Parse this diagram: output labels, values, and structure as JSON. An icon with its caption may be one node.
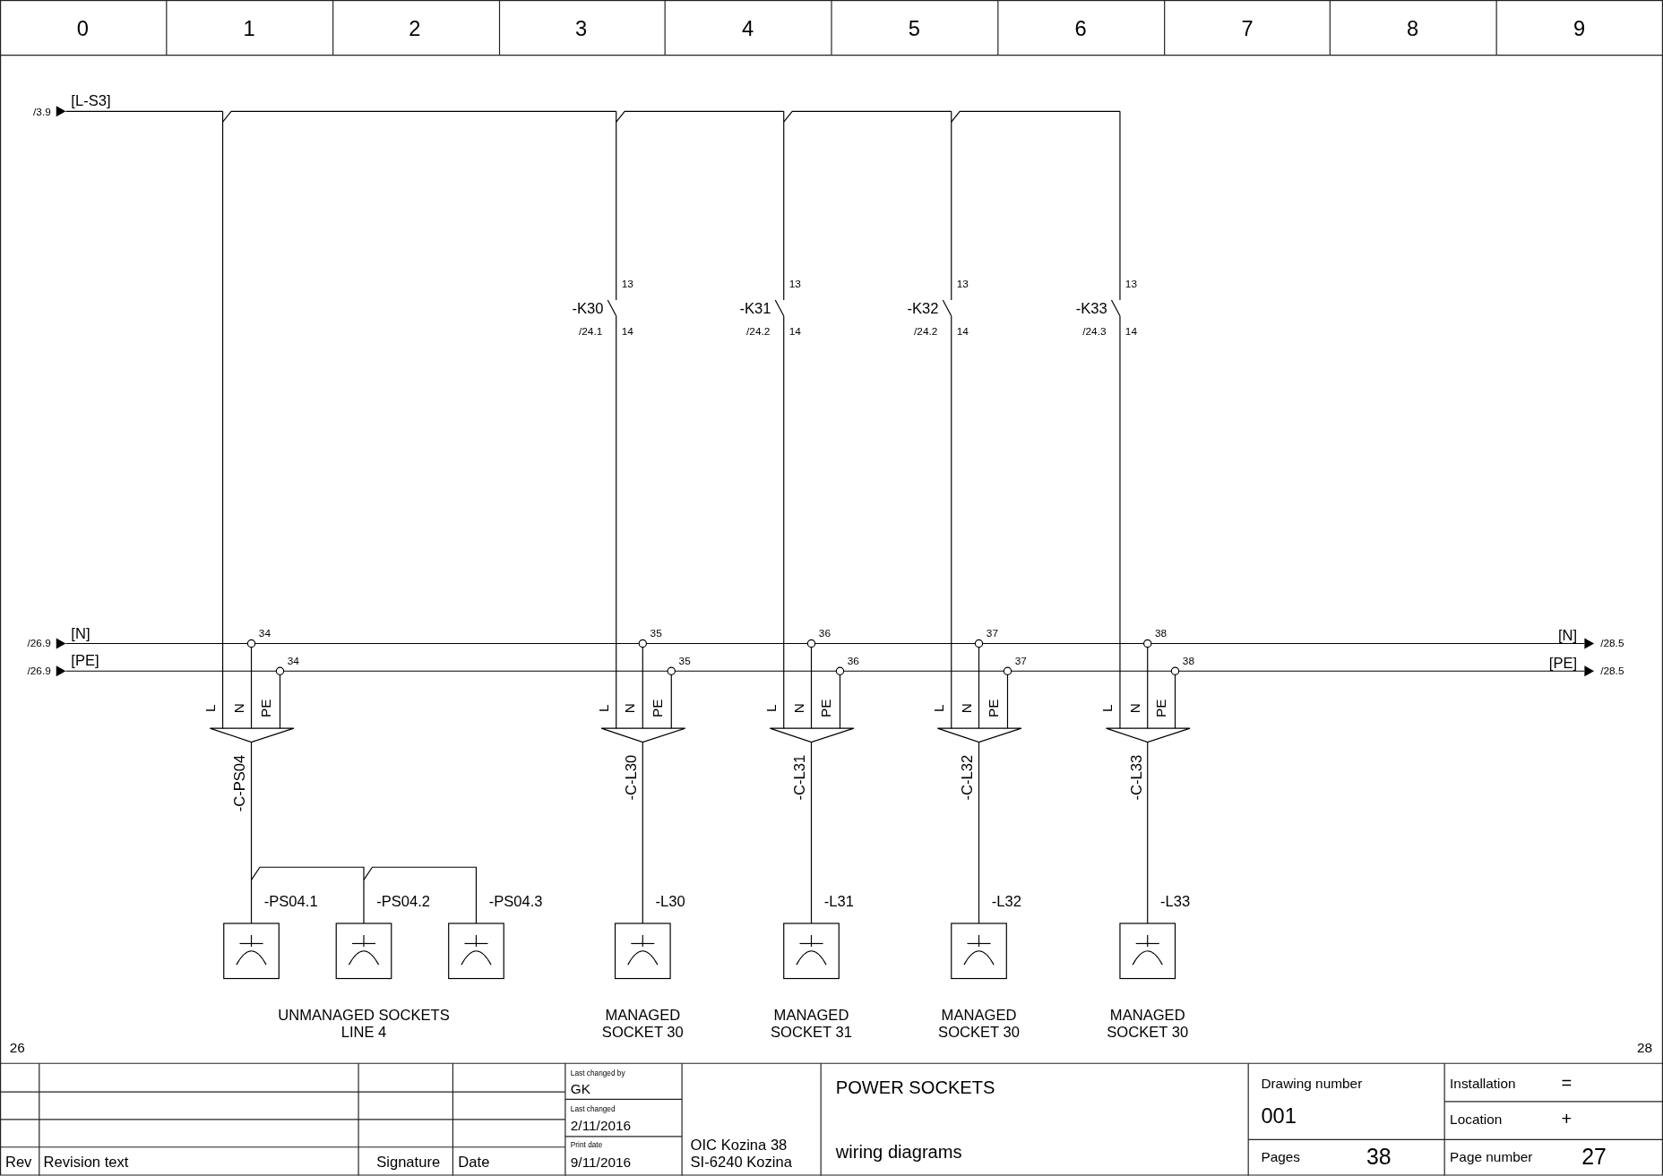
{
  "diagram": {
    "labels": [
      "0",
      "1",
      "2",
      "3",
      "4",
      "5",
      "6",
      "7",
      "8",
      "9",
      "/3.9",
      "[L-S3]",
      "13",
      "13",
      "13",
      "13",
      "-K30",
      "-K31",
      "-K32",
      "-K33",
      "/24.1",
      "14",
      "/24.2",
      "14",
      "/24.2",
      "14",
      "/24.3",
      "14",
      "[N]",
      "34",
      "35",
      "36",
      "37",
      "38",
      "[N]",
      "/26.9",
      "/28.5",
      "[PE]",
      "34",
      "35",
      "36",
      "37",
      "38",
      "[PE]",
      "/26.9",
      "/28.5",
      "L",
      "N",
      "PE",
      "L",
      "N",
      "PE",
      "L",
      "N",
      "PE",
      "L",
      "N",
      "PE",
      "L",
      "N",
      "PE",
      "-C-PS04",
      "-C-L30",
      "-C-L31",
      "-C-L32",
      "-C-L33",
      "-PS04.1",
      "-PS04.2",
      "-PS04.3",
      "-L30",
      "-L31",
      "-L32",
      "-L33",
      "UNMANAGED SOCKETS LINE 4",
      "MANAGED SOCKET 30",
      "MANAGED SOCKET 31",
      "MANAGED SOCKET 30",
      "MANAGED SOCKET 30",
      "26",
      "28",
      "Last changed by",
      "GK",
      "Last changed",
      "2/11/2016",
      "Print date",
      "9/11/2016",
      "OIC Kozina 38",
      "SI-6240 Kozina",
      "POWER SOCKETS",
      "wiring diagrams",
      "Drawing number",
      "001",
      "Pages",
      "38",
      "Installation",
      "=",
      "Location",
      "+",
      "Page number",
      "27",
      "Rev",
      "Revision text",
      "Signature",
      "Date"
    ]
  }
}
